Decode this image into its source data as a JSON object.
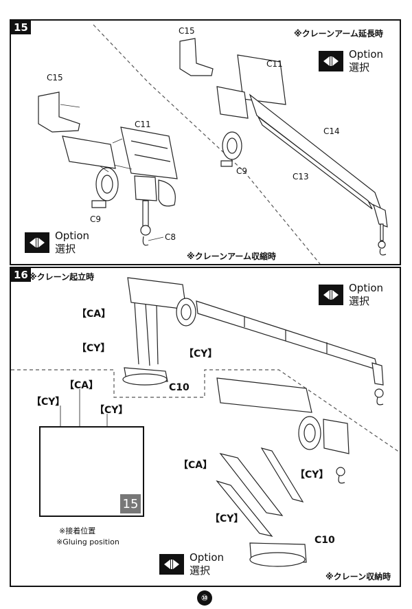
{
  "step15": {
    "number": "15",
    "note_extended": "※クレーンアーム延長時",
    "note_retracted": "※クレーンアーム収縮時",
    "option_label": "Option",
    "option_jp": "選択",
    "parts_left": [
      "C15",
      "C11",
      "C9",
      "C8"
    ],
    "parts_right": [
      "C15",
      "C11",
      "C14",
      "C9",
      "C13"
    ]
  },
  "step16": {
    "number": "16",
    "note_raised": "※クレーン起立時",
    "note_stowed": "※クレーン収納時",
    "option_label": "Option",
    "option_jp": "選択",
    "label_ca": "【CA】",
    "label_cy": "【CY】",
    "part_c10": "C10",
    "inset": {
      "ca": "【CA】",
      "cy_left": "【CY】",
      "cy_right": "【CY】",
      "ref_step": "15",
      "gluing_jp": "※接着位置",
      "gluing_en": "※Gluing position"
    }
  },
  "page_number": "⑩",
  "icons": [
    "option-toggle-icon",
    "page-number-circle-icon"
  ]
}
